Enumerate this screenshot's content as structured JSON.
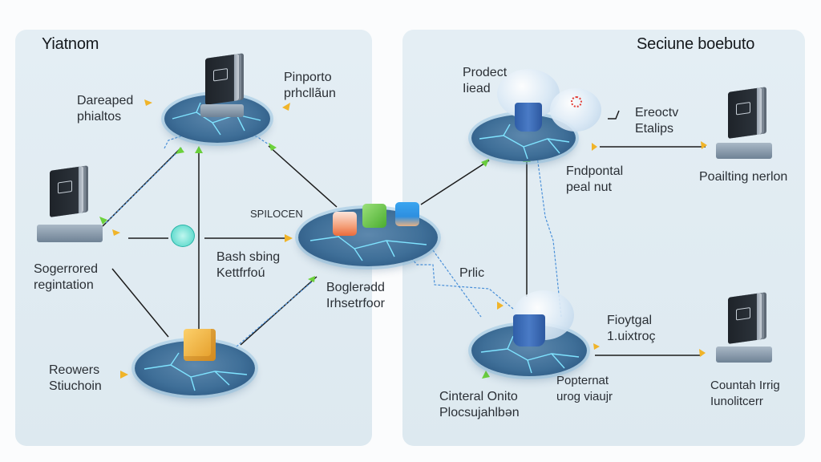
{
  "panels": {
    "left": {
      "title": "Yiatnom",
      "labels": {
        "top_left": [
          "Dareaped",
          "phialtos"
        ],
        "top_right": [
          "Pinporto",
          "prhcllãun"
        ],
        "left_server": [
          "Sogerrored",
          "regintation"
        ],
        "hub_tag": "SPILOCEN",
        "center_left": [
          "Bash sbing",
          "Kettfrfoú"
        ],
        "center_bottom": [
          "Boglerədd",
          "Irhsetrfoor"
        ],
        "bottom_left": [
          "Reowers",
          "Stiuchoin"
        ]
      },
      "icons": [
        "server-icon",
        "server-icon",
        "network-globe-icon",
        "package-box-icon",
        "module-cubes-icon"
      ]
    },
    "right": {
      "title": "Seciune boebuto",
      "labels": {
        "top_left": [
          "Prodect",
          "Iiead"
        ],
        "top_mid": [
          "Ereoctv",
          "Etalips"
        ],
        "mid": [
          "Fndpontal",
          "peal nut"
        ],
        "top_right_server": "Poailting nerlon",
        "link": "Prlic",
        "bottom_mid": [
          "Fioytgal",
          "1.uixtroç"
        ],
        "bottom_left": [
          "Cinteral Onito",
          "Plocsujahlbən"
        ],
        "bottom_center": [
          "Popternat",
          "urog viaujr"
        ],
        "bottom_right_server": [
          "Countah Irrig",
          "Iunolitcerr"
        ]
      },
      "icons": [
        "cloud-database-icon",
        "cloud-database-icon",
        "server-icon",
        "server-icon"
      ]
    }
  },
  "colors": {
    "panel_bg": "#e1ecf2",
    "disk": "#3f6f98",
    "crack": "#7fe3ff",
    "link_line": "#1a1a1a",
    "link_blue": "#4a90d9",
    "arrow_green": "#6cd23c",
    "arrow_yellow": "#f0b429"
  }
}
